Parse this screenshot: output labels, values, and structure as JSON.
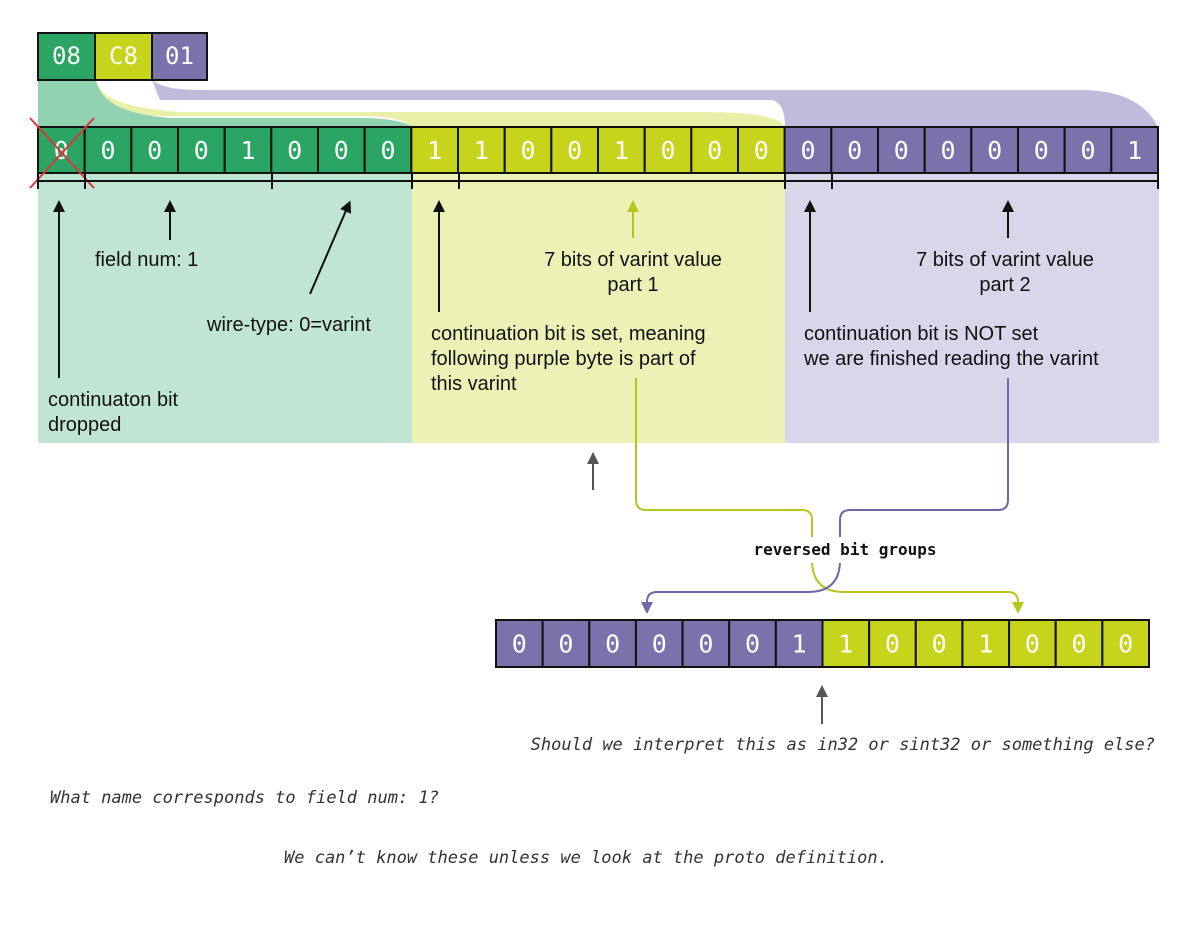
{
  "hex_bytes": [
    {
      "label": "08",
      "color": "#2aa563"
    },
    {
      "label": "C8",
      "color": "#c6d41c"
    },
    {
      "label": "01",
      "color": "#7a73ab"
    }
  ],
  "colors": {
    "green_byte": "#2aa563",
    "lime_byte": "#c6d41c",
    "purple_byte": "#7a73ab",
    "green_panel": "#c0e6d3",
    "lime_panel": "#ecf2b6",
    "purple_panel": "#d8d6e8",
    "strike": "#d63a3a",
    "arrow_lime": "#b5c61c",
    "arrow_gray": "#555555"
  },
  "top_bits": [
    "0",
    "0",
    "0",
    "0",
    "1",
    "0",
    "0",
    "0",
    "1",
    "1",
    "0",
    "0",
    "1",
    "0",
    "0",
    "0",
    "0",
    "0",
    "0",
    "0",
    "0",
    "0",
    "0",
    "1"
  ],
  "bottom_bits": [
    "0",
    "0",
    "0",
    "0",
    "0",
    "0",
    "1",
    "1",
    "0",
    "0",
    "1",
    "0",
    "0",
    "0"
  ],
  "labels": {
    "field_num": "field num: 1",
    "wire_type": "wire-type: 0=varint",
    "cont_dropped_1": "continuaton bit",
    "cont_dropped_2": "dropped",
    "varint_part1_1": "7 bits of varint value",
    "varint_part1_2": "part 1",
    "varint_part2_1": "7 bits of varint value",
    "varint_part2_2": "part 2",
    "cont_set_1": "continuation bit is set, meaning",
    "cont_set_2": "following purple byte is part of",
    "cont_set_3": "this varint",
    "cont_notset_1": "continuation bit is NOT set",
    "cont_notset_2": "we are finished reading the varint",
    "reversed": "reversed bit groups"
  },
  "questions": {
    "interpret": "Should we interpret this as in32 or sint32 or something else?",
    "field_name": "What name corresponds to field num: 1?",
    "proto_note": "We can’t know these unless we look at the proto definition."
  }
}
